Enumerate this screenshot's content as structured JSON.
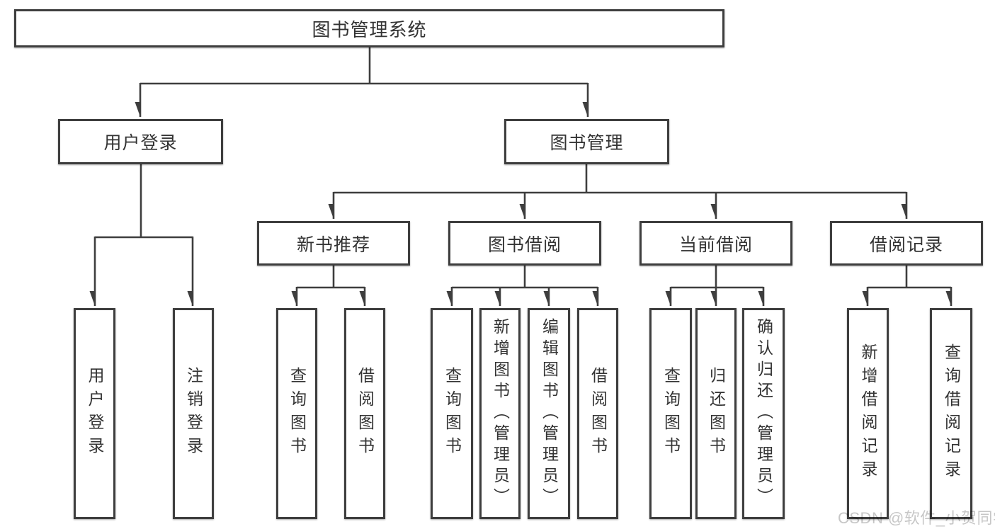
{
  "diagram": {
    "title": "图书管理系统",
    "watermark": "CSDN @软件_小贺同学",
    "colors": {
      "border": "#3e3e3e",
      "line": "#3e3e3e",
      "text": "#333333",
      "watermark": "#c7c7c7",
      "background": "#ffffff"
    },
    "nodes": {
      "root": "图书管理系统",
      "user_login_group": "用户登录",
      "book_management": "图书管理",
      "new_book_recommend": "新书推荐",
      "book_borrowing": "图书借阅",
      "current_borrowing": "当前借阅",
      "borrowing_records": "借阅记录",
      "user_login": "用户登录",
      "logout": "注销登录",
      "nb_query_books": "查询图书",
      "nb_borrow_books": "借阅图书",
      "bb_query_books": "查询图书",
      "bb_add_books": "新增图书（管理员）",
      "bb_edit_books": "编辑图书（管理员）",
      "bb_borrow_books": "借阅图书",
      "cb_query_books": "查询图书",
      "cb_return_books": "归还图书",
      "cb_confirm_return": "确认归还（管理员）",
      "br_add_record": "新增借阅记录",
      "br_query_record": "查询借阅记录"
    }
  }
}
